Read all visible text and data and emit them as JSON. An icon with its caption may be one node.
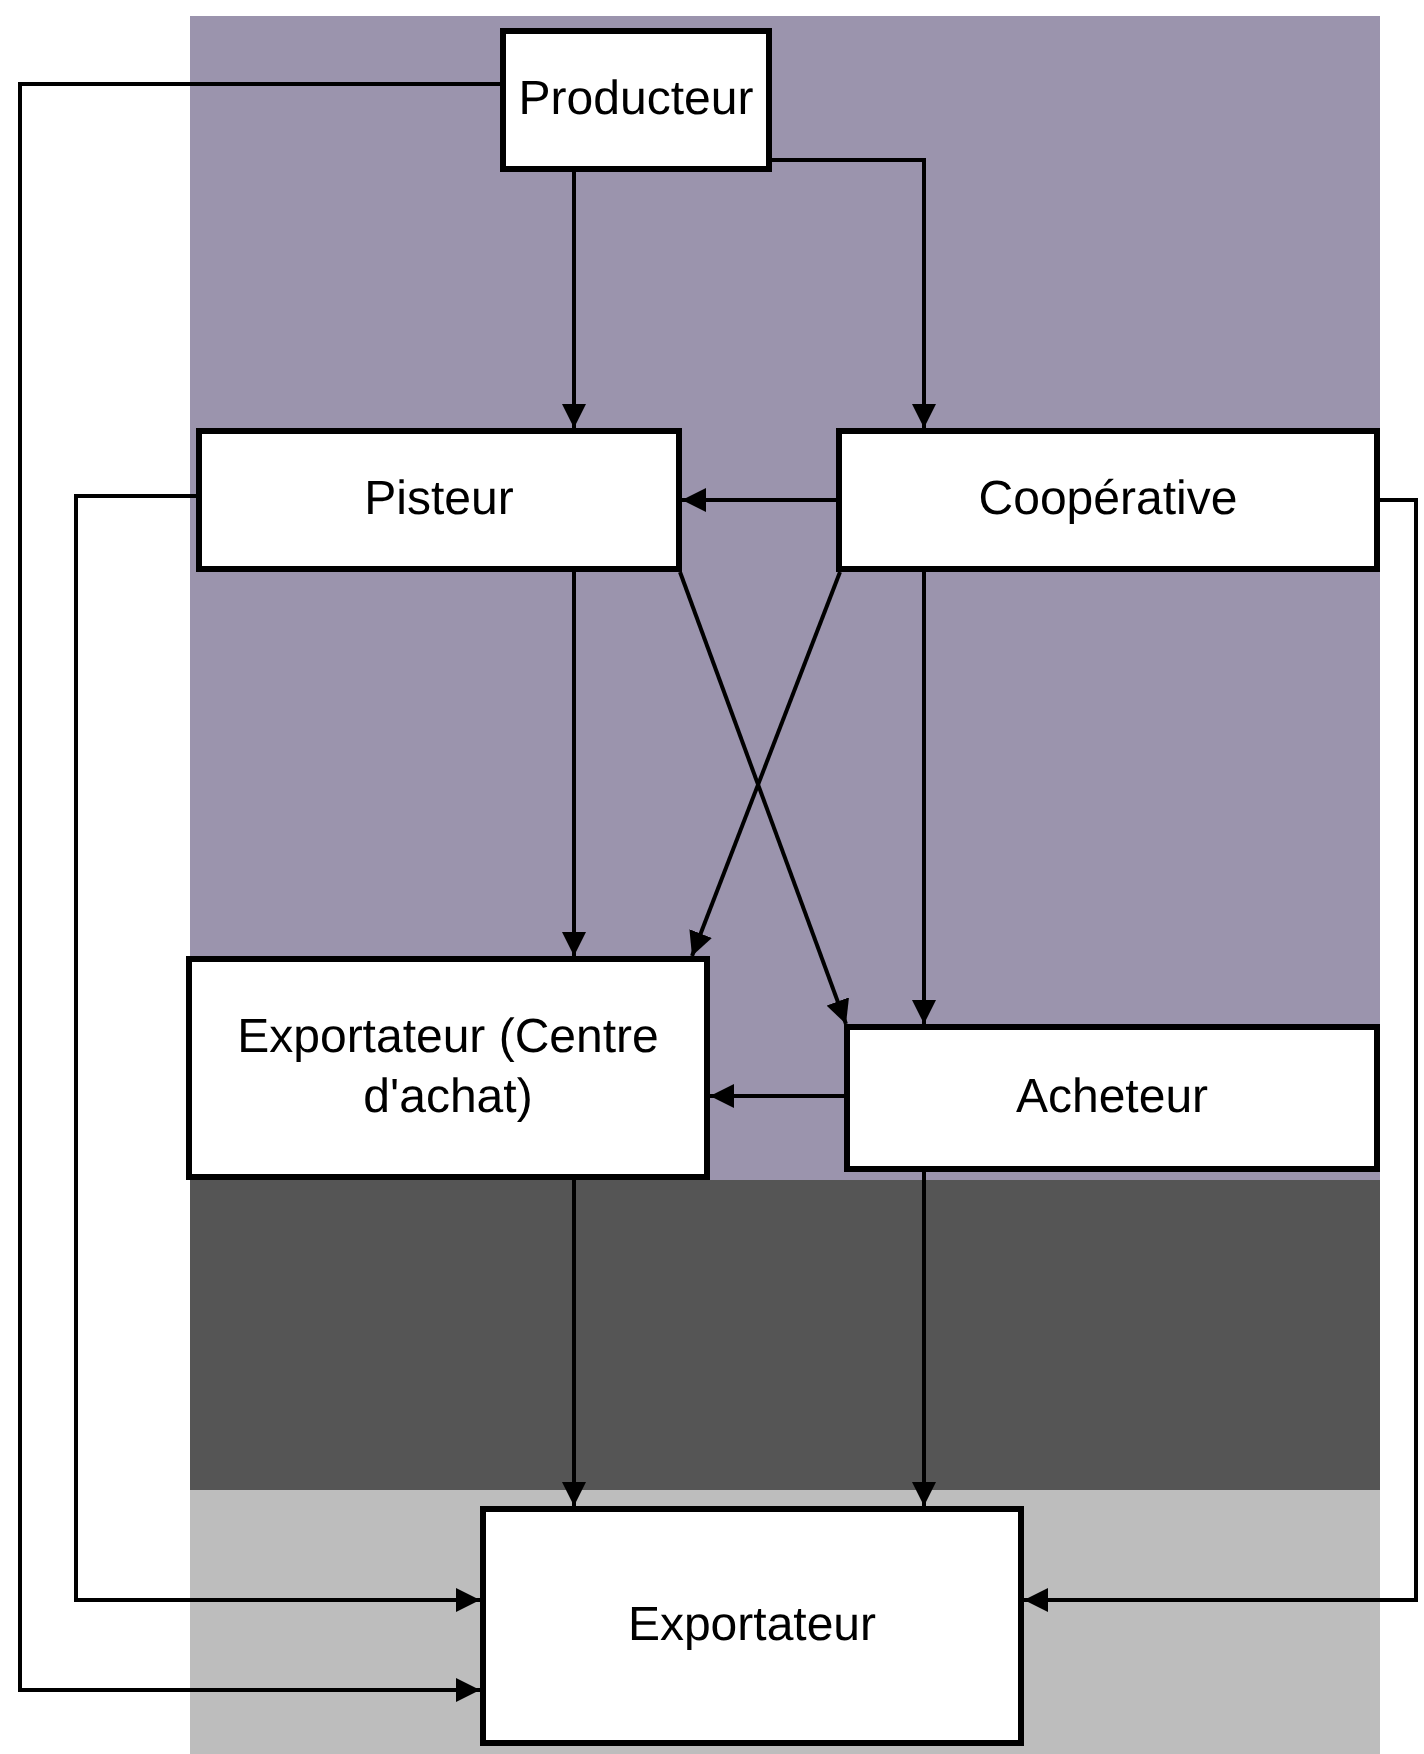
{
  "diagram": {
    "nodes": [
      {
        "text": [
          "Producteur"
        ]
      },
      {
        "text": [
          "Pisteur"
        ]
      },
      {
        "text": [
          "Coopérative"
        ]
      },
      {
        "text": [
          "Exportateur (Centre d'achat)"
        ]
      },
      {
        "text": [
          "Acheteur"
        ]
      },
      {
        "text": [
          "Exportateur"
        ]
      }
    ],
    "edges": [
      {
        "from": 0,
        "to": 1,
        "arrow": "to"
      },
      {
        "from": 0,
        "to": 2,
        "arrow": "to"
      },
      {
        "from": 2,
        "to": 1,
        "arrow": "to"
      },
      {
        "from": 1,
        "to": 3,
        "arrow": "to"
      },
      {
        "from": 2,
        "to": 3,
        "arrow": "to"
      },
      {
        "from": 1,
        "to": 4,
        "arrow": "to"
      },
      {
        "from": 2,
        "to": 4,
        "arrow": "to"
      },
      {
        "from": 4,
        "to": 3,
        "arrow": "to"
      },
      {
        "from": 3,
        "to": 5,
        "arrow": "to"
      },
      {
        "from": 4,
        "to": 5,
        "arrow": "to"
      },
      {
        "from": 0,
        "to": 5,
        "arrow": "to"
      },
      {
        "from": 1,
        "to": 5,
        "arrow": "to"
      },
      {
        "from": 2,
        "to": 5,
        "arrow": "to"
      }
    ]
  }
}
